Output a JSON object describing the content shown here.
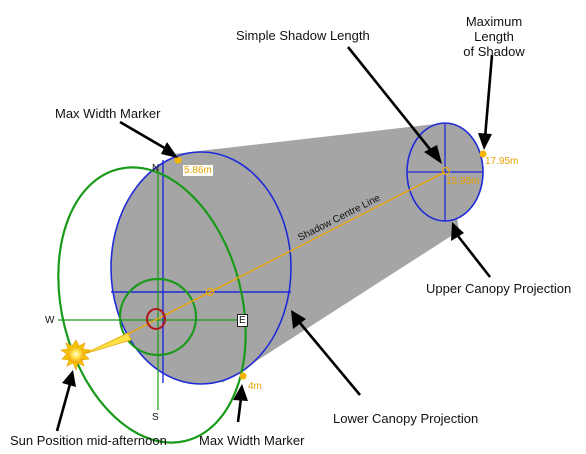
{
  "labels": {
    "max_length": "Maximum Length\nof Shadow",
    "simple_length": "Simple Shadow Length",
    "max_width_top": "Max Width Marker",
    "max_width_bottom": "Max Width Marker",
    "upper_canopy": "Upper Canopy Projection",
    "lower_canopy": "Lower Canopy Projection",
    "sun_position": "Sun Position mid-afternoon",
    "centre_line": "Shadow Centre Line"
  },
  "values": {
    "width_top": "5.86m",
    "width_bottom": "4m",
    "simple_length": "15.95m",
    "max_length": "17.95m"
  },
  "compass": {
    "north": "N",
    "south": "S",
    "east": "E",
    "west": "W"
  },
  "colors": {
    "shadow_fill": "#a5a5a5",
    "canopy_outline": "#1f2bd6",
    "sun_path": "#1a9a1a",
    "marker": "#f5b400",
    "centre_line": "#f0a800",
    "trunk": "#b01818"
  }
}
